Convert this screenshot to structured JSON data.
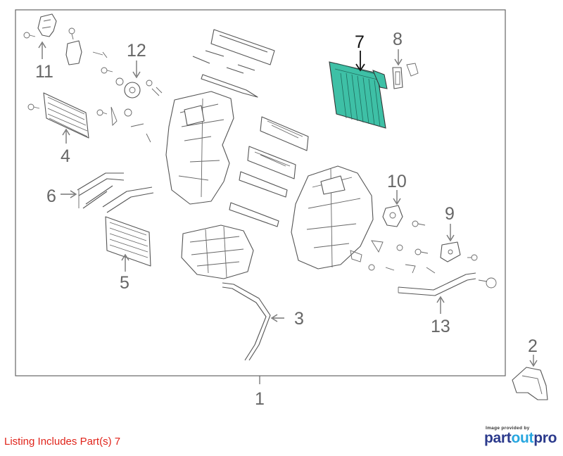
{
  "callouts": {
    "c1": "1",
    "c2": "2",
    "c3": "3",
    "c4": "4",
    "c5": "5",
    "c6": "6",
    "c7": "7",
    "c8": "8",
    "c9": "9",
    "c10": "10",
    "c11": "11",
    "c12": "12",
    "c13": "13"
  },
  "highlight_color": "#3ec0a6",
  "listing_text": "Listing Includes Part(s) 7",
  "footer": {
    "provided_by": "Image provided by",
    "brand_part": "part",
    "brand_out": "out",
    "brand_pro": "pro"
  }
}
